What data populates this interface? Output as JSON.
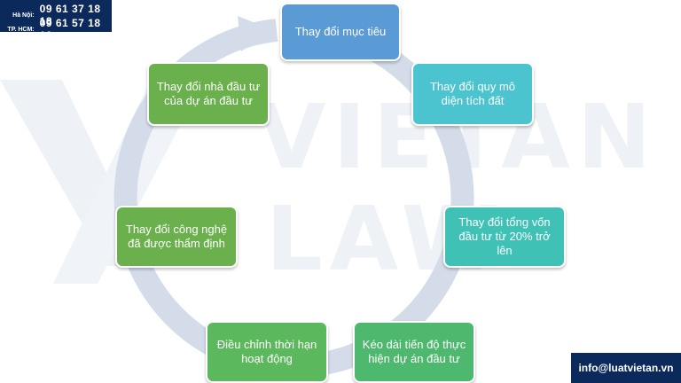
{
  "contact": {
    "hanoi_label": "Hà Nội:",
    "hanoi_phone": "09 61 37 18 18",
    "hcm_label": "TP. HCM:",
    "hcm_phone": "09 61 57 18 18",
    "email": "info@luatvietan.vn"
  },
  "watermark": {
    "line1": "VIETAN",
    "line2": "LAW"
  },
  "colors": {
    "blue": "#5b9bd5",
    "teal": "#4cc4cf",
    "cyan": "#3fc1b6",
    "green": "#6ab04c",
    "arrow": "#d4dcea",
    "navy": "#0b2a5b"
  },
  "cycle": [
    {
      "id": "target",
      "label": "Thay đổi mục tiêu"
    },
    {
      "id": "scale",
      "label": "Thay đổi quy mô diện tích đất"
    },
    {
      "id": "capital",
      "label": "Thay đổi tổng vốn đầu tư từ 20% trở lên"
    },
    {
      "id": "extend",
      "label": "Kéo dài tiến độ thực hiện dự án đầu tư"
    },
    {
      "id": "adjust",
      "label": "Điều chỉnh thời hạn hoạt động"
    },
    {
      "id": "technology",
      "label": "Thay đổi công nghệ đã được thẩm định"
    },
    {
      "id": "investor",
      "label": "Thay đổi nhà đầu tư của dự án đầu tư"
    }
  ]
}
